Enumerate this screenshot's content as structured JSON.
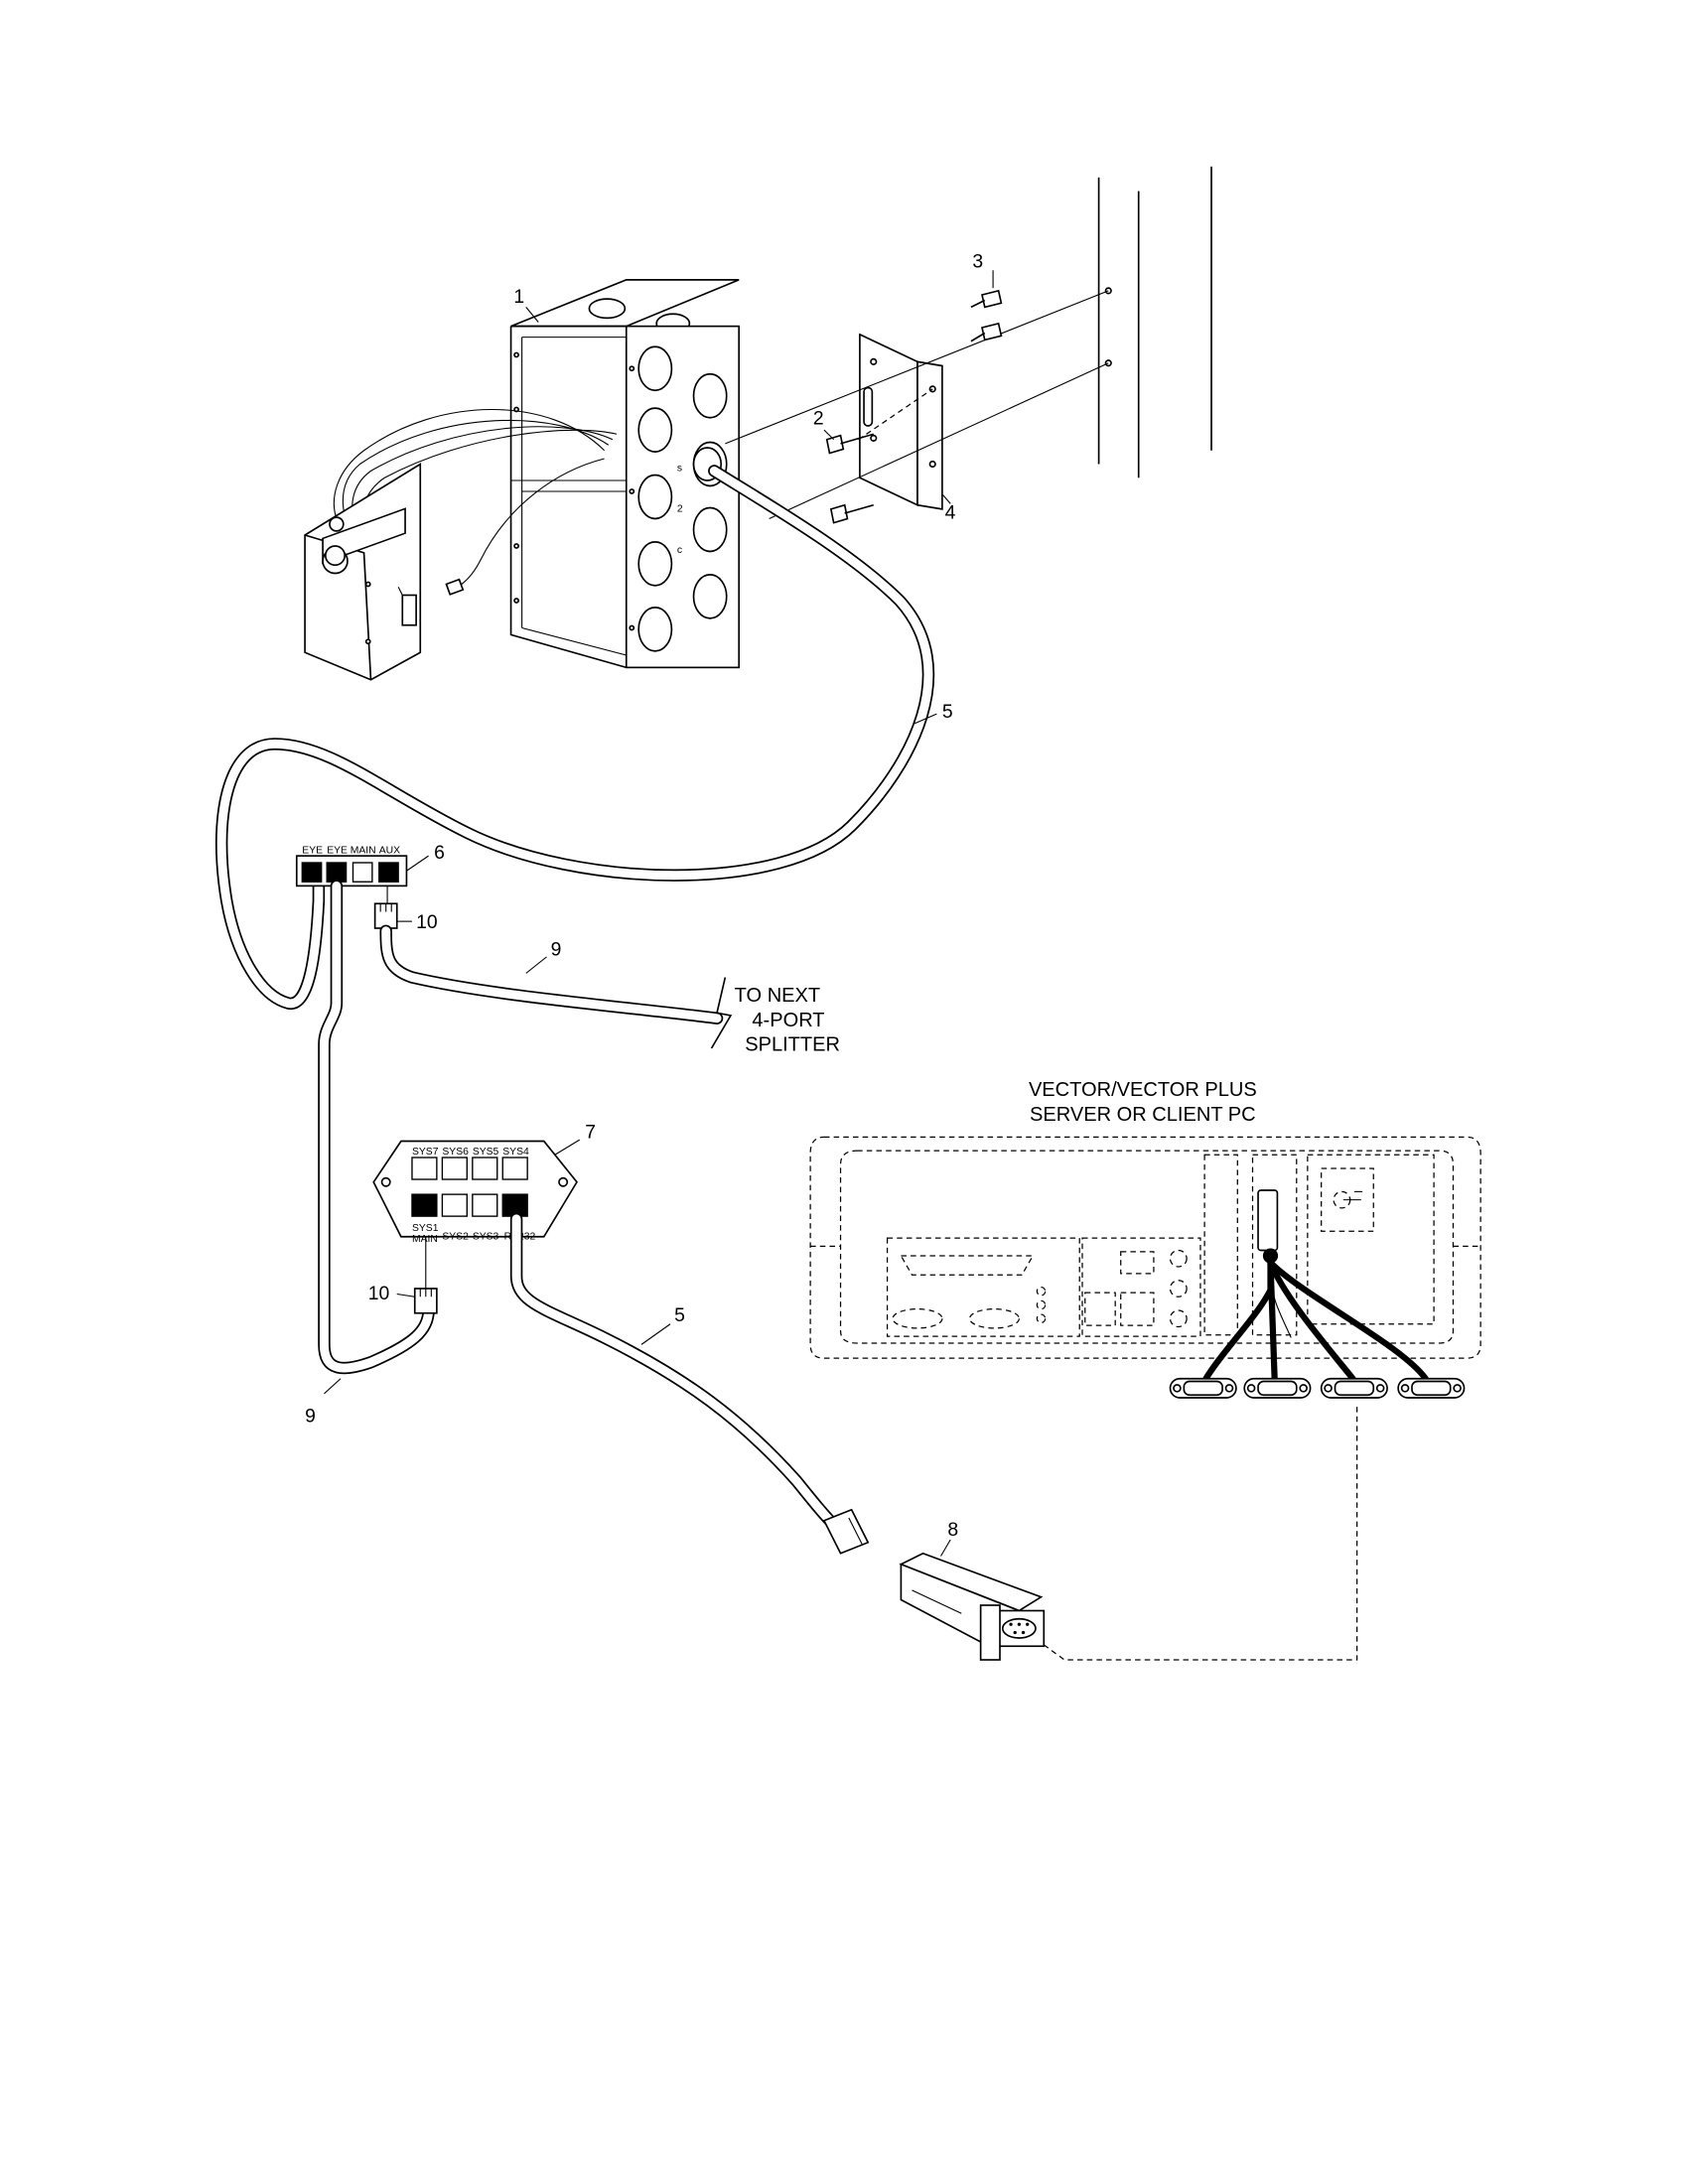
{
  "callouts": {
    "c1": "1",
    "c2": "2",
    "c3": "3",
    "c4": "4",
    "c5_top": "5",
    "c5_bottom": "5",
    "c6": "6",
    "c7": "7",
    "c8": "8",
    "c9_top": "9",
    "c9_bottom": "9",
    "c10_top": "10",
    "c10_bottom": "10"
  },
  "notes": {
    "next_splitter": [
      "TO NEXT",
      "4-PORT",
      "SPLITTER"
    ],
    "pc": [
      "VECTOR/VECTOR PLUS",
      "SERVER OR CLIENT PC"
    ]
  },
  "splitter_4port": {
    "ports": [
      "EYE",
      "EYE",
      "MAIN",
      "AUX"
    ]
  },
  "splitter_8port": {
    "top_ports": [
      "SYS7",
      "SYS6",
      "SYS5",
      "SYS4"
    ],
    "bottom_ports": [
      "SYS1",
      "SYS2",
      "SYS3",
      "RS232"
    ],
    "bottom_port_line2": [
      "MAIN"
    ]
  },
  "pc_box_marks": {
    "dot_s": "s",
    "dot_2": "2",
    "dot_c": "c"
  }
}
